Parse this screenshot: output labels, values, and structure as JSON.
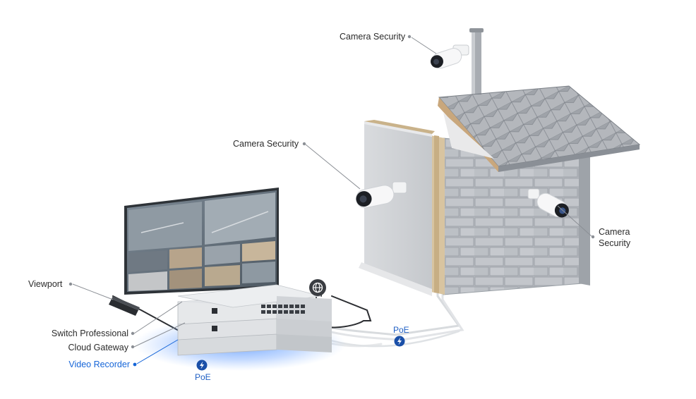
{
  "labels": {
    "camera_top": "Camera Security",
    "camera_left": "Camera Security",
    "camera_right_line1": "Camera",
    "camera_right_line2": "Security",
    "viewport": "Viewport",
    "switch": "Switch Professional",
    "gateway": "Cloud Gateway",
    "recorder": "Video Recorder",
    "poe_left": "PoE",
    "poe_right": "PoE"
  },
  "colors": {
    "accent": "#1565d8",
    "poe_badge": "#1a4fa8",
    "glow": "#4a8cff"
  },
  "icons": {
    "globe": "globe-icon",
    "poe": "lightning-bolt-icon"
  }
}
